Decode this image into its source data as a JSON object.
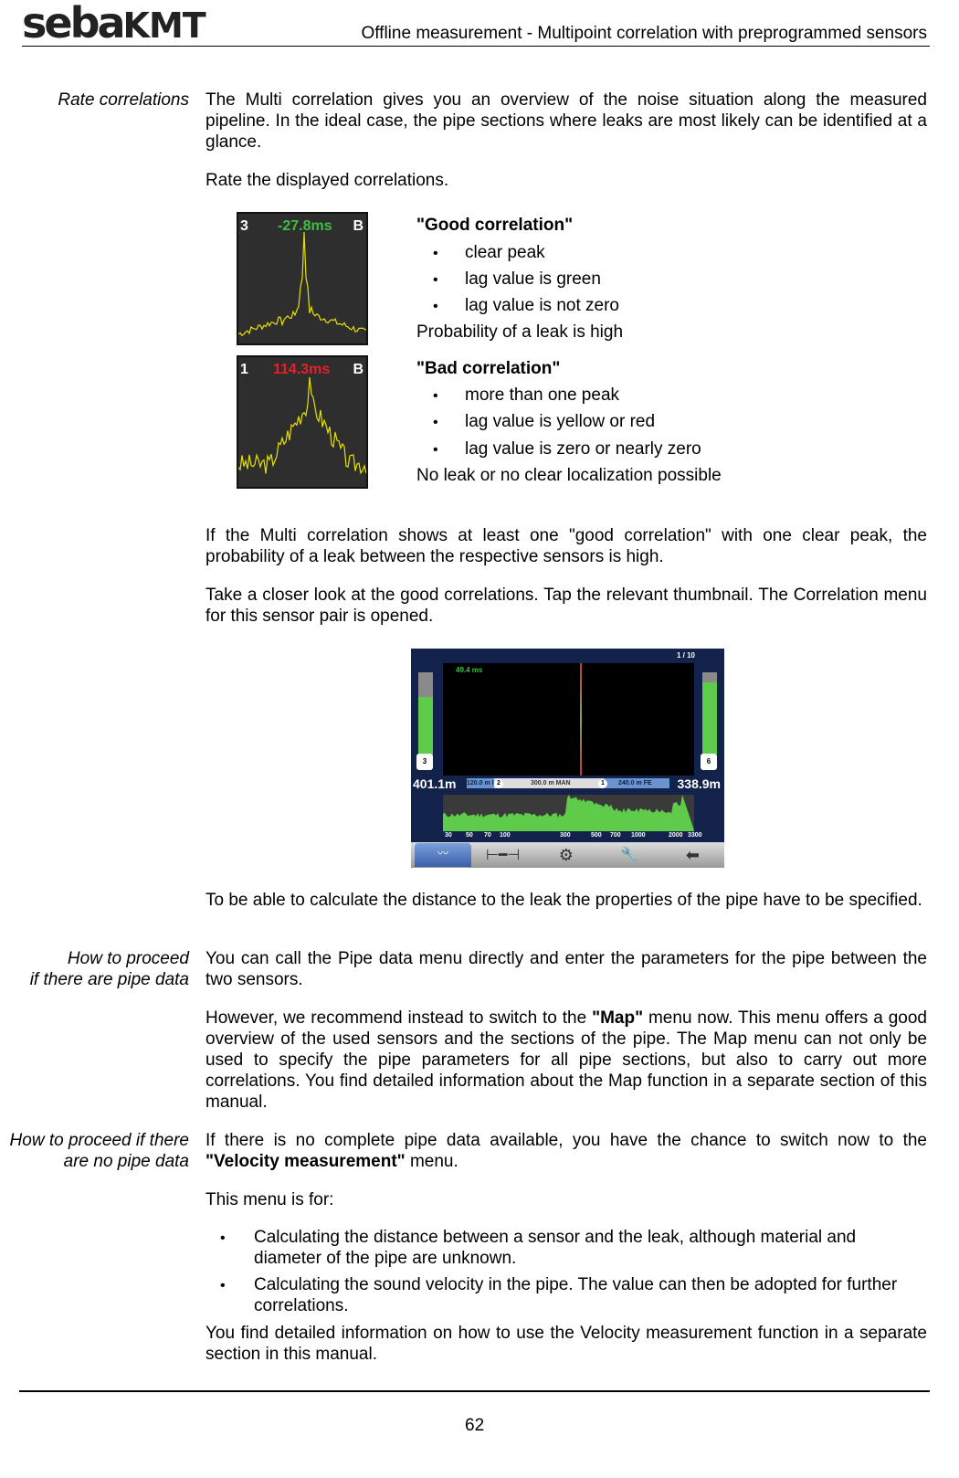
{
  "header": {
    "logo": "sebaKMT",
    "title": "Offline measurement - Multipoint correlation with preprogrammed sensors"
  },
  "sections": {
    "rate": {
      "label": "Rate correlations",
      "intro": "The Multi correlation gives you an overview of the noise situation along the measured pipeline. In the ideal case, the pipe sections where leaks are most likely can be identified at a glance.",
      "instruction": "Rate the displayed correlations."
    },
    "good": {
      "thumb": {
        "left": "3",
        "lag": "-27.8ms",
        "right": "B",
        "lag_color": "#3fbf3f"
      },
      "title": "\"Good correlation\"",
      "bullets": [
        "clear peak",
        "lag value is green",
        "lag value is not zero"
      ],
      "conclusion": "Probability of a leak is high"
    },
    "bad": {
      "thumb": {
        "left": "1",
        "lag": "114.3ms",
        "right": "B",
        "lag_color": "#e8202a"
      },
      "title": "\"Bad correlation\"",
      "bullets": [
        "more than one peak",
        "lag value is yellow or red",
        "lag value is zero or nearly zero"
      ],
      "conclusion": "No leak or no clear localization possible"
    },
    "p_good": "If the Multi correlation shows at least one \"good correlation\" with one clear peak, the probability of a leak between the respective sensors is high.",
    "p_closer": "Take a closer look at the good correlations. Tap the relevant thumbnail. The Correlation menu for this sensor pair is opened.",
    "device": {
      "page": "1 / 10",
      "lag": "49.4 ms",
      "left_sensor": "3",
      "right_sensor": "6",
      "left_dist": "401.1m",
      "right_dist": "338.9m",
      "seg1": "120.0 m I",
      "marker1": "2",
      "seg2": "300.0 m MAN",
      "marker2": "1",
      "seg3": "240.0 m FE",
      "freq_ticks": [
        "30",
        "50",
        "70",
        "100",
        "300",
        "500",
        "700",
        "1000",
        "2000",
        "3300"
      ],
      "toolbar": [
        "correlation-tab",
        "pipe-icon",
        "settings-icon",
        "wrench-icon",
        "back-arrow-icon"
      ]
    },
    "p_distance": "To be able to calculate the distance to the leak the properties of the pipe have to be specified.",
    "pipe_data": {
      "label_line1": "How to proceed",
      "label_line2": "if there are pipe data",
      "text": "You can call the Pipe data menu directly and enter the parameters for the pipe between the two sensors.",
      "rec_pre": "However, we recommend instead to switch to the ",
      "rec_bold": "\"Map\"",
      "rec_post": " menu now. This menu offers a good overview of the used sensors and the sections of the pipe. The Map menu can not only be used to specify the pipe parameters for all pipe sections, but also to carry out more correlations. You find detailed information about the Map function in a separate section of this manual."
    },
    "no_pipe": {
      "label_line1": "How to proceed if there",
      "label_line2": "are no pipe data",
      "text_pre": "If there is no complete pipe data available, you have the chance to switch now to the ",
      "text_bold": "\"Velocity measurement\"",
      "text_post": " menu.",
      "menu_for": "This menu is for:",
      "bullets": [
        "Calculating the distance between a sensor and the leak, although material and diameter of the pipe are unknown.",
        "Calculating the sound velocity in the pipe. The value can then be adopted for further correlations."
      ],
      "closing": "You find detailed information on how to use the Velocity measurement function in a separate section in this manual."
    }
  },
  "footer": {
    "page_number": "62"
  }
}
